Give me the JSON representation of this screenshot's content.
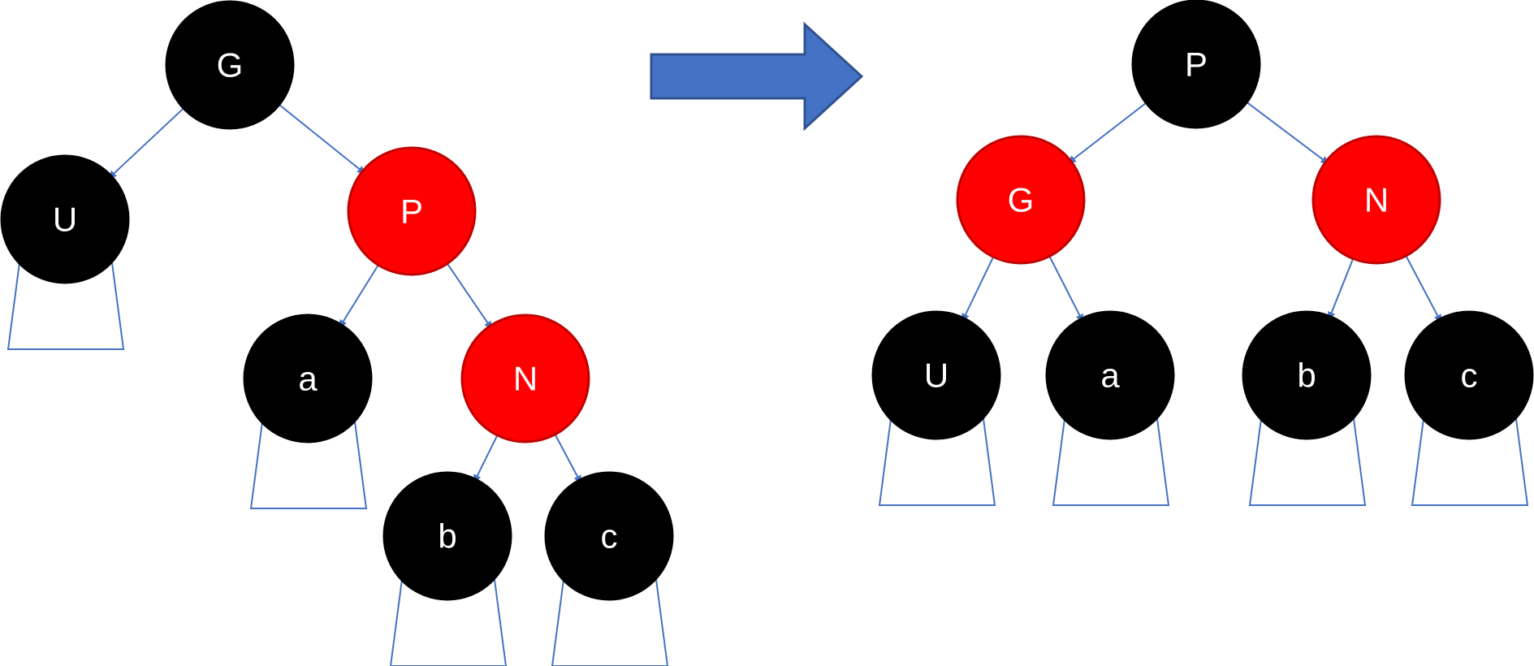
{
  "colors": {
    "black_node": "#000000",
    "red_node": "#ff0000",
    "red_node_stroke": "#c00000",
    "edge": "#4472c4",
    "arrow_fill": "#4472c4",
    "arrow_stroke": "#2f528f",
    "label": "#ffffff",
    "background": "#ffffff"
  },
  "arrow_icon": "right-arrow-icon",
  "before": {
    "nodes": [
      {
        "id": "G",
        "label": "G",
        "color": "black"
      },
      {
        "id": "U",
        "label": "U",
        "color": "black"
      },
      {
        "id": "P",
        "label": "P",
        "color": "red"
      },
      {
        "id": "a",
        "label": "a",
        "color": "black"
      },
      {
        "id": "N",
        "label": "N",
        "color": "red"
      },
      {
        "id": "b",
        "label": "b",
        "color": "black"
      },
      {
        "id": "c",
        "label": "c",
        "color": "black"
      }
    ],
    "edges": [
      [
        "G",
        "U"
      ],
      [
        "G",
        "P"
      ],
      [
        "P",
        "a"
      ],
      [
        "P",
        "N"
      ],
      [
        "N",
        "b"
      ],
      [
        "N",
        "c"
      ]
    ],
    "subtrees": [
      "U",
      "a",
      "b",
      "c"
    ]
  },
  "after": {
    "nodes": [
      {
        "id": "P",
        "label": "P",
        "color": "black"
      },
      {
        "id": "G",
        "label": "G",
        "color": "red"
      },
      {
        "id": "N",
        "label": "N",
        "color": "red"
      },
      {
        "id": "U",
        "label": "U",
        "color": "black"
      },
      {
        "id": "a",
        "label": "a",
        "color": "black"
      },
      {
        "id": "b",
        "label": "b",
        "color": "black"
      },
      {
        "id": "c",
        "label": "c",
        "color": "black"
      }
    ],
    "edges": [
      [
        "P",
        "G"
      ],
      [
        "P",
        "N"
      ],
      [
        "G",
        "U"
      ],
      [
        "G",
        "a"
      ],
      [
        "N",
        "b"
      ],
      [
        "N",
        "c"
      ]
    ],
    "subtrees": [
      "U",
      "a",
      "b",
      "c"
    ]
  }
}
